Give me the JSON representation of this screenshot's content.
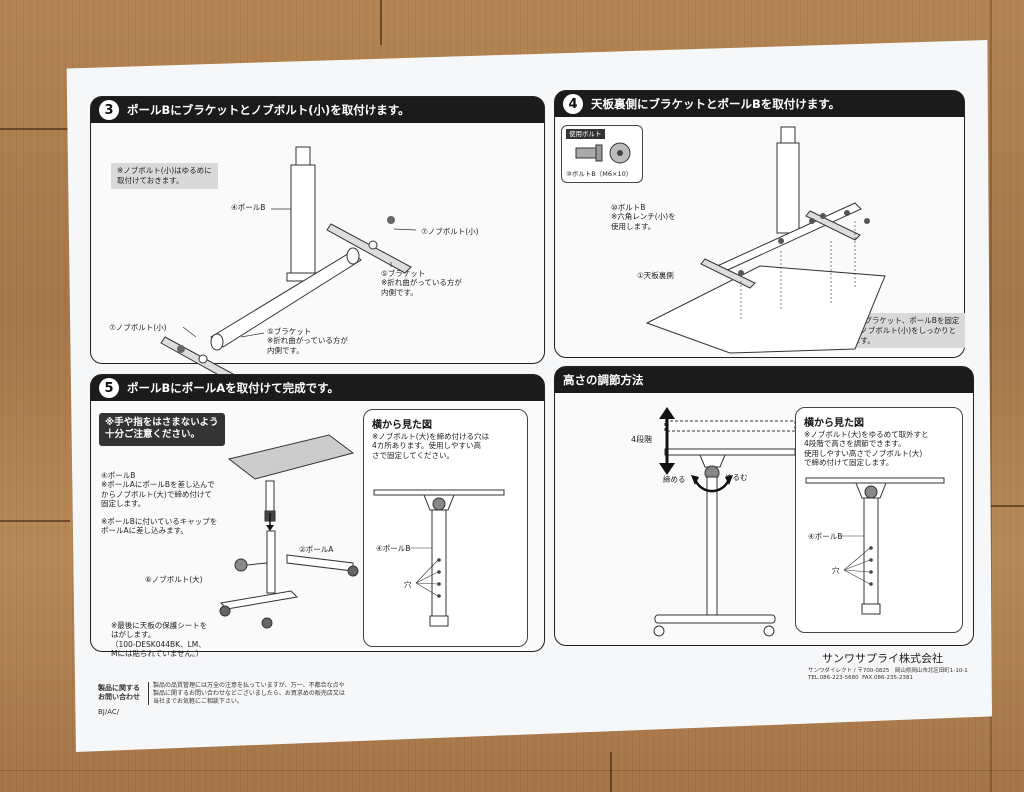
{
  "step3": {
    "number": "3",
    "title": "ポールBにブラケットとノブボルト(小)を取付けます。",
    "note": "※ノブボルト(小)はゆるめに\n取付けておきます。",
    "pole_b": "④ポールB",
    "knob_small_right": "⑦ノブボルト(小)",
    "bracket_right": "⑤ブラケット\n※折れ曲がっている方が\n内側です。",
    "knob_small_left": "⑦ノブボルト(小)",
    "bracket_left": "⑤ブラケット\n※折れ曲がっている方が\n内側です。"
  },
  "step4": {
    "number": "4",
    "title": "天板裏側にブラケットとポールBを取付けます。",
    "bolt_box_label": "使用ボルト",
    "bolt_name": "⑩ボルトB（M6×10）",
    "wrench_note": "⑩ボルトB\n※六角レンチ(小)を\n使用します。",
    "tabletop": "①天板裏側",
    "note": "※ボルトBでブラケット、ポールBを固定\nしてから、ノブボルト(小)をしっかりと\n締め付けます。"
  },
  "step5": {
    "number": "5",
    "title": "ポールBにポールAを取付けて完成です。",
    "warning": "※手や指をはさまないよう\n十分ご注意ください。",
    "pole_b_note": "④ポールB\n※ポールAにポールBを差し込んで\nからノブボルト(大)で締め付けて\n固定します。",
    "cap_note": "※ポールBに付いているキャップを\nポールAに差し込みます。",
    "pole_a": "②ポールA",
    "knob_large": "⑥ノブボルト(大)",
    "sheet_note": "※最後に天板の保護シートを\nはがします。\n（100-DESK044BK、LM、\nMには貼られていません。）",
    "side_view_title": "横から見た図",
    "side_view_note": "※ノブボルト(大)を締め付ける穴は\n4カ所あります。使用しやすい高\nさで固定してください。",
    "side_pole_b": "④ポールB",
    "side_hole": "穴"
  },
  "height": {
    "title": "高さの調節方法",
    "levels": "4段階",
    "tighten": "締める",
    "loosen": "ゆるむ",
    "side_view_title": "横から見た図",
    "side_view_note": "※ノブボルト(大)をゆるめて取外すと\n4段階で高さを調節できます。\n使用しやすい高さでノブボルト(大)\nで締め付けて固定します。",
    "side_pole_b": "④ポールB",
    "side_hole": "穴"
  },
  "footer": {
    "contact_label": "製品に関する\nお問い合わせ",
    "contact_text": "製品の品質管理には万全の注意を払っていますが、万一、不都合な点や\n製品に関するお問い合わせなどございましたら、お買求めの販売店又は\n当社までお気軽にご相談下さい。",
    "code": "BJ/AC/",
    "company": "サンワサプライ株式会社",
    "address": "サンワダイレクト / 〒700-0825　岡山県岡山市北区田町1-10-1\nTEL.086-223-5680  FAX.086-235-2381"
  }
}
